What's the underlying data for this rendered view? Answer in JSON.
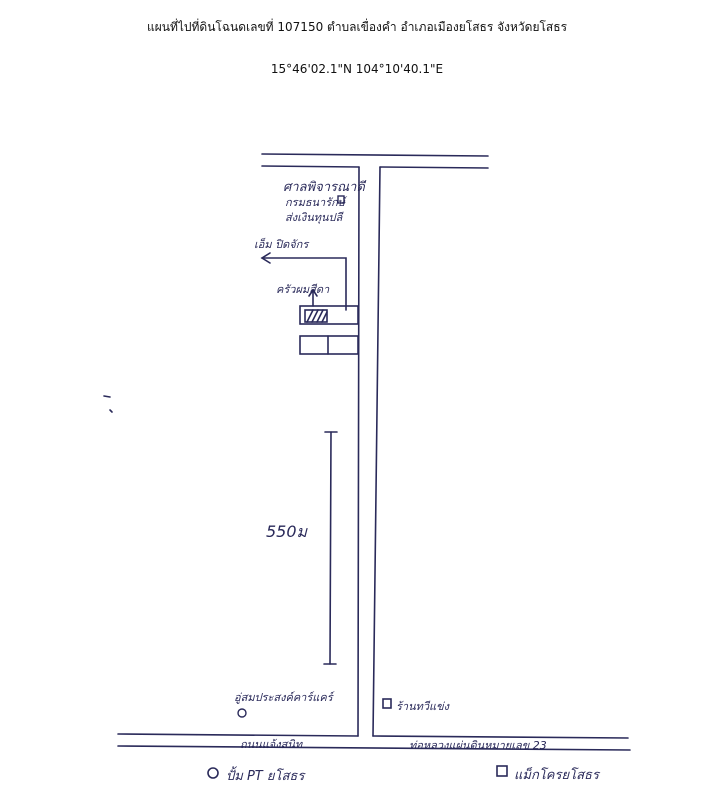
{
  "header": {
    "title": "แผนที่ไปที่ดินโฉนดเลขที่ 107150 ตำบลเขื่องคำ อำเภอเมืองยโสธร จังหวัดยโสธร",
    "coordinates": "15°46'02.1\"N 104°10'40.1\"E"
  },
  "landmarks": {
    "office_line1": "ศาลพิจารณาดี",
    "office_line2": "กรมธนารักษ์",
    "office_line3": "ส่งเงินทุนปลี",
    "market": "เอ็ม ปิดจักร",
    "plot": "ครัวผมสีดา",
    "distance": "550ม",
    "garage": "อู่สมประสงค์คาร์แคร์",
    "temple": "ร้านทวีแข่ง",
    "road_left": "ถนนแจ้งสนิท",
    "road_right": "ท่อหลวงแผ่นดินหมายเลข 23",
    "legend_left": "ปั้ม PT ยโสธร",
    "legend_right": "แม็กโครยโสธร"
  },
  "colors": {
    "ink": "#2a2a5a",
    "print": "#111111"
  }
}
